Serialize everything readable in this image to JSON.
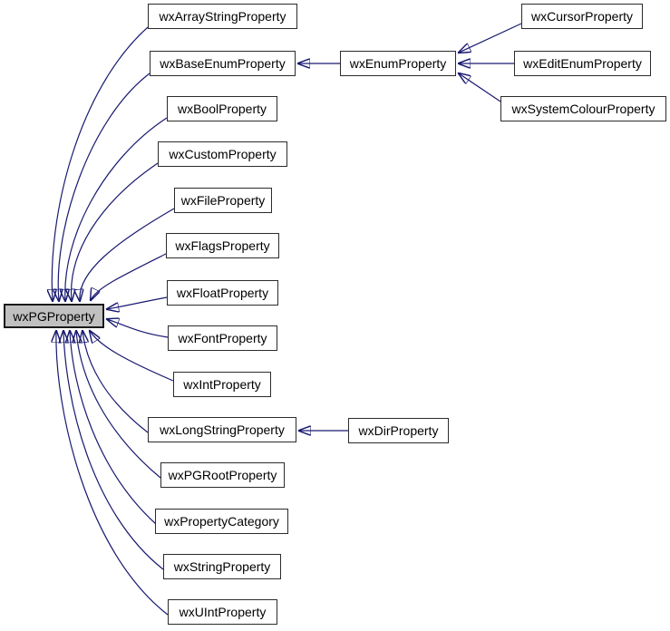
{
  "diagram": {
    "kind": "class-inheritance-graph",
    "base_class": "wxPGProperty",
    "colors": {
      "edge": "#191970",
      "node_border": "#2b2b2b",
      "node_fill": "#ffffff",
      "base_node_fill": "#c0c0c0",
      "text": "#000000",
      "background": "#ffffff"
    }
  },
  "nodes": [
    {
      "id": "wxPGProperty",
      "label": "wxPGProperty"
    },
    {
      "id": "wxArrayStringProperty",
      "label": "wxArrayStringProperty"
    },
    {
      "id": "wxBaseEnumProperty",
      "label": "wxBaseEnumProperty"
    },
    {
      "id": "wxBoolProperty",
      "label": "wxBoolProperty"
    },
    {
      "id": "wxCustomProperty",
      "label": "wxCustomProperty"
    },
    {
      "id": "wxFileProperty",
      "label": "wxFileProperty"
    },
    {
      "id": "wxFlagsProperty",
      "label": "wxFlagsProperty"
    },
    {
      "id": "wxFloatProperty",
      "label": "wxFloatProperty"
    },
    {
      "id": "wxFontProperty",
      "label": "wxFontProperty"
    },
    {
      "id": "wxIntProperty",
      "label": "wxIntProperty"
    },
    {
      "id": "wxLongStringProperty",
      "label": "wxLongStringProperty"
    },
    {
      "id": "wxPGRootProperty",
      "label": "wxPGRootProperty"
    },
    {
      "id": "wxPropertyCategory",
      "label": "wxPropertyCategory"
    },
    {
      "id": "wxStringProperty",
      "label": "wxStringProperty"
    },
    {
      "id": "wxUIntProperty",
      "label": "wxUIntProperty"
    },
    {
      "id": "wxEnumProperty",
      "label": "wxEnumProperty"
    },
    {
      "id": "wxCursorProperty",
      "label": "wxCursorProperty"
    },
    {
      "id": "wxEditEnumProperty",
      "label": "wxEditEnumProperty"
    },
    {
      "id": "wxSystemColourProperty",
      "label": "wxSystemColourProperty"
    },
    {
      "id": "wxDirProperty",
      "label": "wxDirProperty"
    }
  ],
  "edges": [
    {
      "from": "wxArrayStringProperty",
      "to": "wxPGProperty"
    },
    {
      "from": "wxBaseEnumProperty",
      "to": "wxPGProperty"
    },
    {
      "from": "wxBoolProperty",
      "to": "wxPGProperty"
    },
    {
      "from": "wxCustomProperty",
      "to": "wxPGProperty"
    },
    {
      "from": "wxFileProperty",
      "to": "wxPGProperty"
    },
    {
      "from": "wxFlagsProperty",
      "to": "wxPGProperty"
    },
    {
      "from": "wxFloatProperty",
      "to": "wxPGProperty"
    },
    {
      "from": "wxFontProperty",
      "to": "wxPGProperty"
    },
    {
      "from": "wxIntProperty",
      "to": "wxPGProperty"
    },
    {
      "from": "wxLongStringProperty",
      "to": "wxPGProperty"
    },
    {
      "from": "wxPGRootProperty",
      "to": "wxPGProperty"
    },
    {
      "from": "wxPropertyCategory",
      "to": "wxPGProperty"
    },
    {
      "from": "wxStringProperty",
      "to": "wxPGProperty"
    },
    {
      "from": "wxUIntProperty",
      "to": "wxPGProperty"
    },
    {
      "from": "wxEnumProperty",
      "to": "wxBaseEnumProperty"
    },
    {
      "from": "wxCursorProperty",
      "to": "wxEnumProperty"
    },
    {
      "from": "wxEditEnumProperty",
      "to": "wxEnumProperty"
    },
    {
      "from": "wxSystemColourProperty",
      "to": "wxEnumProperty"
    },
    {
      "from": "wxDirProperty",
      "to": "wxLongStringProperty"
    }
  ]
}
